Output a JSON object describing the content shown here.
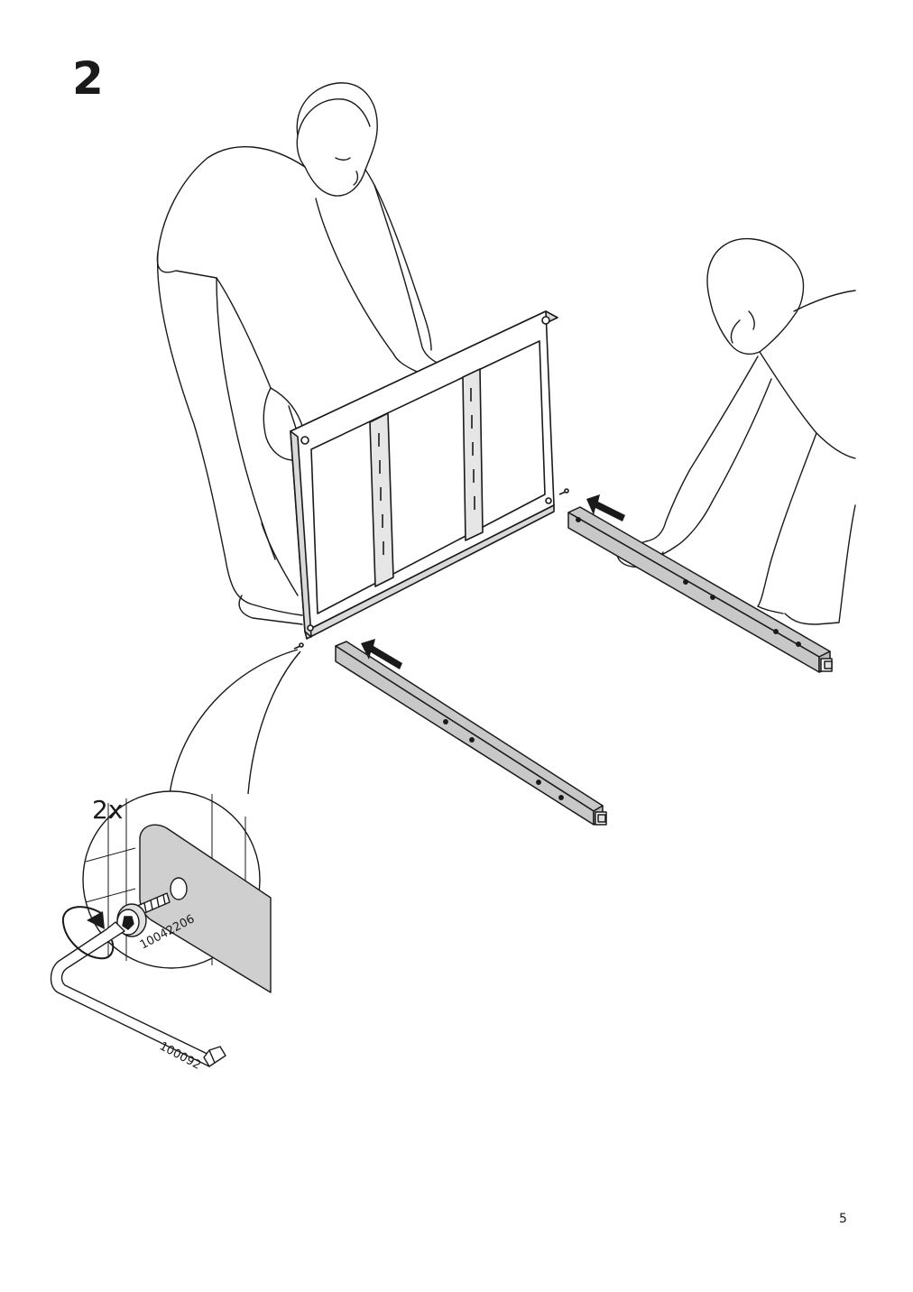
{
  "step": {
    "number": "2"
  },
  "detail": {
    "quantity": "2x",
    "screw_part_number": "10042206",
    "allen_key_part_number": "100092"
  },
  "page": {
    "number": "5"
  },
  "icons": {
    "insert_arrow": "arrow-left-icon",
    "rotate_arrow": "rotate-clockwise-icon"
  },
  "colors": {
    "ink": "#1a1a1a",
    "rail_fill": "#c8c8c8",
    "detail_plate": "#cfcfcf"
  }
}
